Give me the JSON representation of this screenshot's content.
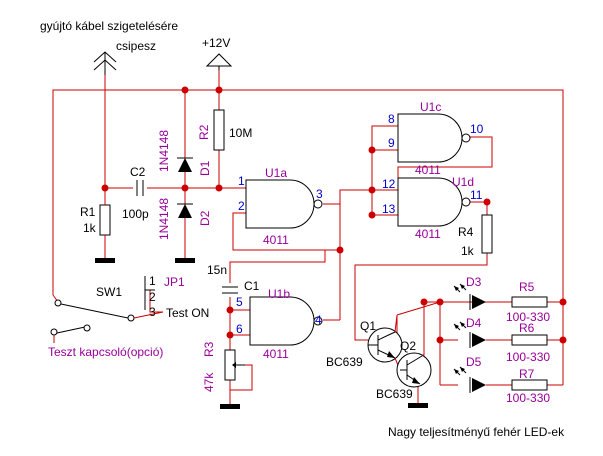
{
  "labels": {
    "antenna_note": "gyújtó kábel szigetelésére",
    "antenna_clip": "csipesz",
    "supply": "+12V",
    "footer": "Nagy teljesítményű fehér LED-ek",
    "test_switch_note": "Teszt kapcsoló(opció)",
    "test_on": "Test ON"
  },
  "components": {
    "r1": {
      "ref": "R1",
      "value": "1k"
    },
    "c2": {
      "ref": "C2",
      "value": "100p"
    },
    "d1": {
      "ref": "D1",
      "value": "1N4148"
    },
    "d2": {
      "ref": "D2",
      "value": "1N4148"
    },
    "r2": {
      "ref": "R2",
      "value": "10M"
    },
    "u1a": {
      "ref": "U1a",
      "value": "4011"
    },
    "u1b": {
      "ref": "U1b",
      "value": "4011"
    },
    "u1c": {
      "ref": "U1c",
      "value": "4011"
    },
    "u1d": {
      "ref": "U1d",
      "value": "4011"
    },
    "c1": {
      "ref": "C1",
      "value": "15n"
    },
    "r3": {
      "ref": "R3",
      "value": "47k"
    },
    "r4": {
      "ref": "R4",
      "value": "1k"
    },
    "q1": {
      "ref": "Q1",
      "value": "BC639"
    },
    "q2": {
      "ref": "Q2",
      "value": "BC639"
    },
    "jp1": {
      "ref": "JP1",
      "pin1": "1",
      "pin2": "2",
      "pin3": "3"
    },
    "sw1": {
      "ref": "SW1"
    },
    "d3": {
      "ref": "D3"
    },
    "d4": {
      "ref": "D4"
    },
    "d5": {
      "ref": "D5"
    },
    "r5": {
      "ref": "R5",
      "value": "100-330"
    },
    "r6": {
      "ref": "R6",
      "value": "100-330"
    },
    "r7": {
      "ref": "R7",
      "value": "100-330"
    }
  },
  "pins": {
    "u1a_in1": "1",
    "u1a_in2": "2",
    "u1a_out": "3",
    "u1b_in1": "5",
    "u1b_in2": "6",
    "u1b_out": "4",
    "u1c_in1": "8",
    "u1c_in2": "9",
    "u1c_out": "10",
    "u1d_in1": "12",
    "u1d_in2": "13",
    "u1d_out": "11"
  }
}
